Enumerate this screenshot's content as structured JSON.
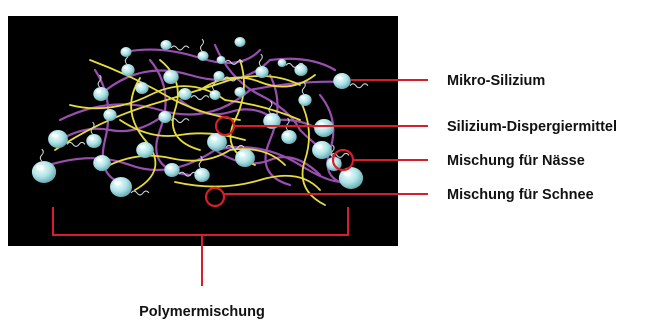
{
  "labels": {
    "micro_silica": "Mikro-Silizium",
    "silica_dispersant": "Silizium-Dispergiermittel",
    "wet_compound": "Mischung für Nässe",
    "snow_compound": "Mischung für Schnee",
    "polymer_blend": "Polymermischung"
  },
  "colors": {
    "background": "#000000",
    "annotation": "#d81e2a",
    "snow_polymer": "#e6dc3c",
    "wet_polymer": "#9a4fb0",
    "silica_particle": "#aee2e6"
  }
}
